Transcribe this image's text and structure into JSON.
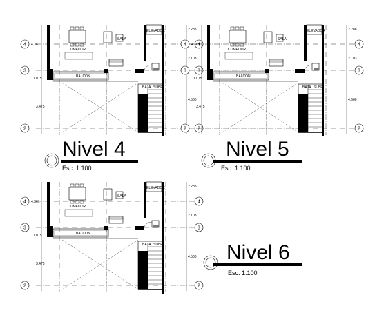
{
  "plans": [
    {
      "id": "nivel-4",
      "title": "Nivel 4",
      "scale": "Esc. 1:100",
      "rooms": {
        "comedor": "COMEDOR",
        "sala": "SALA",
        "elevador": "ELEVADOR",
        "balcon": "BALCON",
        "baja": "BAJA",
        "sube": "SUBE"
      },
      "dimensions": {
        "left_top": "4.361",
        "left_mid": "1.075",
        "left_bottom": "3.475",
        "right_top": "2.288",
        "right_mid": "2.103",
        "right_bottom": "4.560"
      },
      "axes": {
        "top": "4",
        "mid": "3",
        "bottom": "2"
      }
    },
    {
      "id": "nivel-5",
      "title": "Nivel 5",
      "scale": "Esc. 1:100",
      "rooms": {
        "comedor": "COMEDOR",
        "sala": "SALA",
        "elevador": "ELEVADOR",
        "balcon": "BALCON",
        "baja": "BAJA",
        "sube": "SUBE"
      },
      "dimensions": {
        "left_top": "4.361",
        "left_mid": "1.075",
        "left_bottom": "3.475",
        "right_top": "2.288",
        "right_mid": "2.103",
        "right_bottom": "4.560"
      },
      "axes": {
        "top": "4",
        "mid": "3",
        "bottom": "2"
      }
    },
    {
      "id": "nivel-6",
      "title": "Nivel 6",
      "scale": "Esc. 1:100",
      "rooms": {
        "comedor": "COMEDOR",
        "sala": "SALA",
        "elevador": "ELEVADOR",
        "balcon": "BALCON",
        "baja": "BAJA",
        "sube": "SUBE"
      },
      "dimensions": {
        "left_top": "4.361",
        "left_mid": "1.075",
        "left_bottom": "3.475",
        "right_top": "2.288",
        "right_mid": "2.103",
        "right_bottom": "4.560"
      },
      "axes": {
        "top": "4",
        "mid": "3",
        "bottom": "2"
      }
    }
  ]
}
